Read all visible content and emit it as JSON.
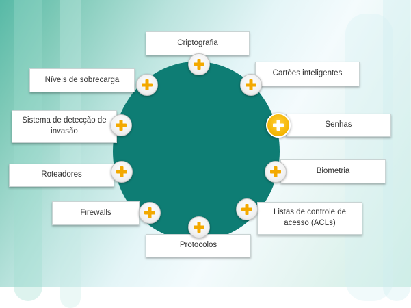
{
  "items": [
    {
      "label": "Criptografia"
    },
    {
      "label": "Cartões inteligentes"
    },
    {
      "label": "Senhas"
    },
    {
      "label": "Biometria"
    },
    {
      "label": "Listas de controle de acesso (ACLs)"
    },
    {
      "label": "Protocolos"
    },
    {
      "label": "Firewalls"
    },
    {
      "label": "Roteadores"
    },
    {
      "label": "Sistema de detecção de invasão"
    },
    {
      "label": "Níveis de sobrecarga"
    }
  ],
  "colors": {
    "circle": "#0e7d74",
    "active_button": "#f4b400",
    "plus": "#f3a900"
  },
  "active_item": "Senhas"
}
